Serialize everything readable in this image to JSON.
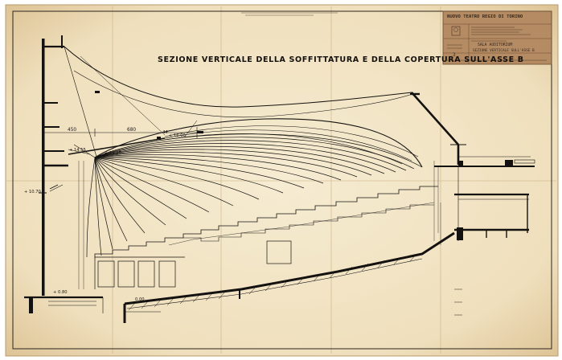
{
  "drawing": {
    "title": "SEZIONE VERTICALE DELLA SOFFITTATURA E DELLA COPERTURA SULL'ASSE B",
    "title_block": {
      "theatre": "NUOVO TEATRO REGIO DI TORINO",
      "mark": "3",
      "subtitle_1": "SALA AUDITORIUM",
      "subtitle_2": "SEZIONE VERTICALE SULL'ASSE B"
    },
    "dimensions": {
      "d450": "450",
      "d680": "680",
      "d44": "44",
      "lev_1600": "+ 16.00",
      "lev_1455": "+ 14.55",
      "lev_1425": "+ 14.25",
      "lev_1070": "+ 10.70",
      "lev_080": "+ 0.80",
      "lev_000": "0.00"
    },
    "colors": {
      "paper": "#f2e6c9",
      "ink": "#141210",
      "title_block": "#b08a63"
    }
  }
}
